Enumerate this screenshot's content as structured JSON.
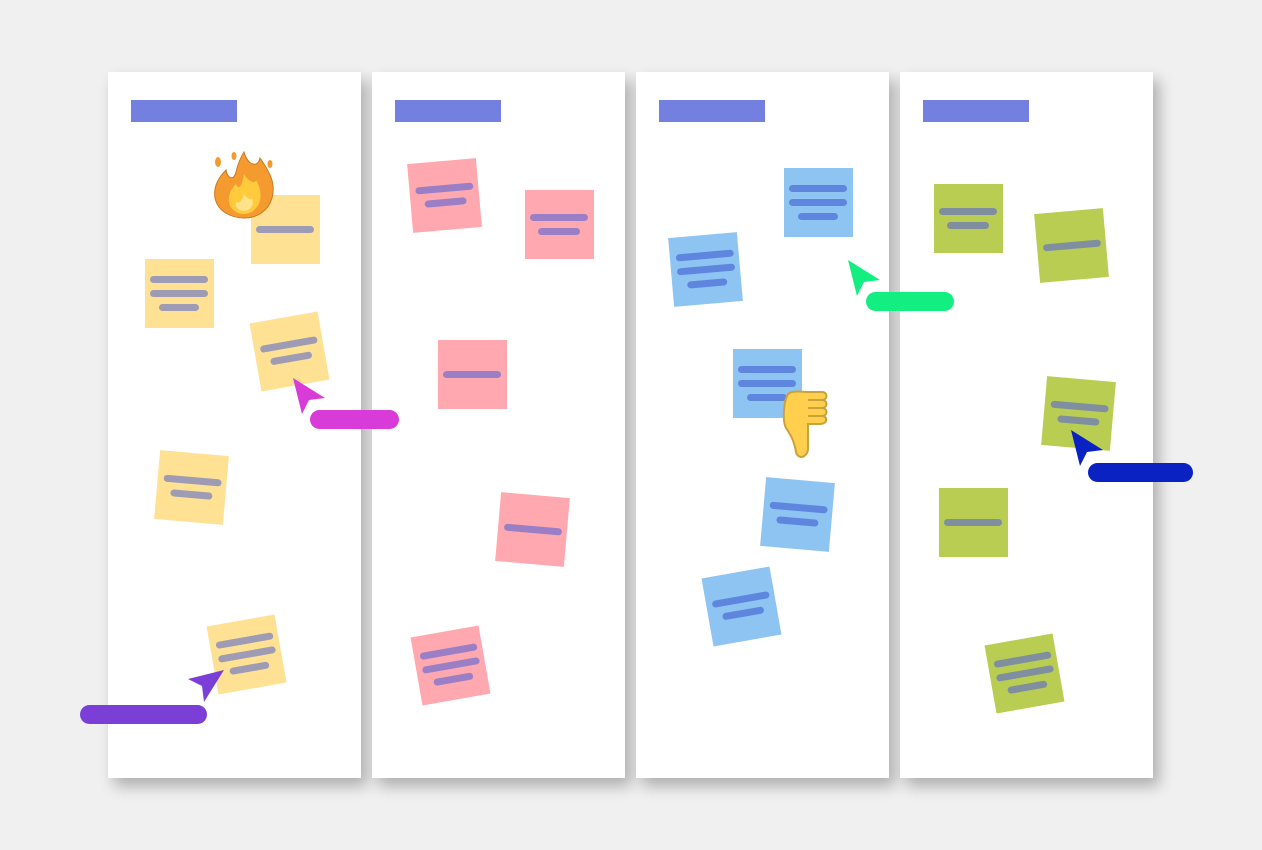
{
  "board": {
    "background": "#f0f0f1",
    "column_header_color": "#7480e0",
    "columns": [
      {
        "note_color": "#ffe194",
        "line_color": "#9e9bb4",
        "notes": [
          {
            "lines": 1
          },
          {
            "lines": 3
          },
          {
            "lines": 2
          },
          {
            "lines": 2
          },
          {
            "lines": 3
          }
        ]
      },
      {
        "note_color": "#ffa8b0",
        "line_color": "#9a7fc6",
        "notes": [
          {
            "lines": 2
          },
          {
            "lines": 2
          },
          {
            "lines": 1
          },
          {
            "lines": 1
          },
          {
            "lines": 3
          }
        ]
      },
      {
        "note_color": "#8ec4f2",
        "line_color": "#5f86de",
        "notes": [
          {
            "lines": 3
          },
          {
            "lines": 3
          },
          {
            "lines": 3
          },
          {
            "lines": 2
          },
          {
            "lines": 2
          }
        ]
      },
      {
        "note_color": "#b9cd52",
        "line_color": "#7f8fa0",
        "notes": [
          {
            "lines": 2
          },
          {
            "lines": 1
          },
          {
            "lines": 2
          },
          {
            "lines": 1
          },
          {
            "lines": 3
          }
        ]
      }
    ]
  },
  "cursors": [
    {
      "color": "#d93bd8"
    },
    {
      "color": "#7b3fd8"
    },
    {
      "color": "#13ee80"
    },
    {
      "color": "#0a22c2"
    }
  ],
  "reactions": [
    {
      "icon": "fire-icon"
    },
    {
      "icon": "thumbs-down-icon"
    }
  ]
}
